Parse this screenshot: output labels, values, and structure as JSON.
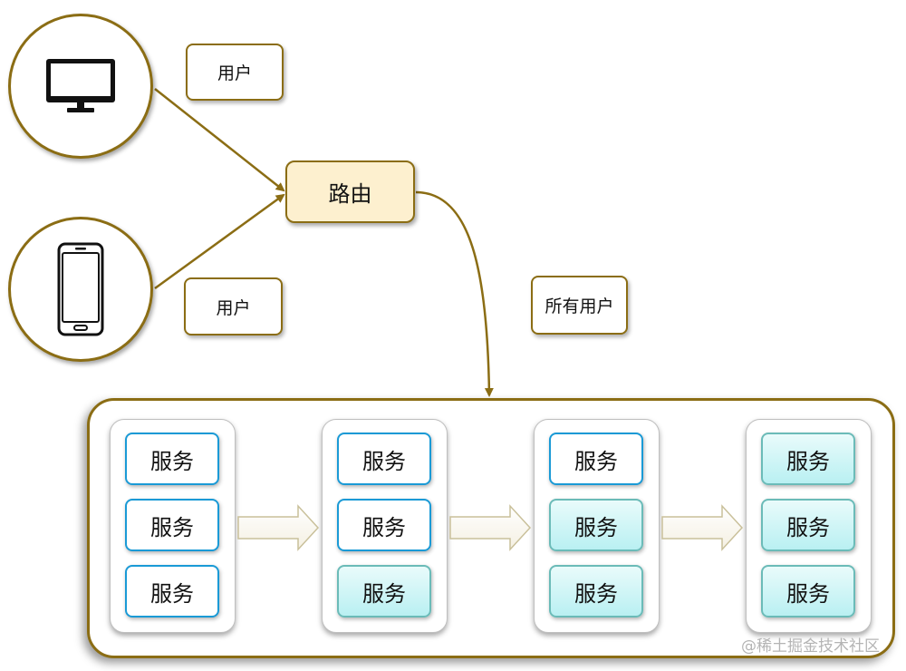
{
  "nodes": {
    "user_label_top": "用户",
    "user_label_bottom": "用户",
    "router_label": "路由",
    "all_users_label": "所有用户"
  },
  "devices": [
    "monitor-icon",
    "smartphone-icon"
  ],
  "service_groups": [
    {
      "services": [
        {
          "label": "服务",
          "version": "old"
        },
        {
          "label": "服务",
          "version": "old"
        },
        {
          "label": "服务",
          "version": "old"
        }
      ]
    },
    {
      "services": [
        {
          "label": "服务",
          "version": "old"
        },
        {
          "label": "服务",
          "version": "old"
        },
        {
          "label": "服务",
          "version": "new"
        }
      ]
    },
    {
      "services": [
        {
          "label": "服务",
          "version": "old"
        },
        {
          "label": "服务",
          "version": "new"
        },
        {
          "label": "服务",
          "version": "new"
        }
      ]
    },
    {
      "services": [
        {
          "label": "服务",
          "version": "new"
        },
        {
          "label": "服务",
          "version": "new"
        },
        {
          "label": "服务",
          "version": "new"
        }
      ]
    }
  ],
  "watermark": "@稀土掘金技术社区",
  "colors": {
    "border_gold": "#8b6d14",
    "router_fill": "#fdf0cf",
    "old_service_border": "#1a9ad6",
    "new_service_fill": "#b9f0f2"
  }
}
